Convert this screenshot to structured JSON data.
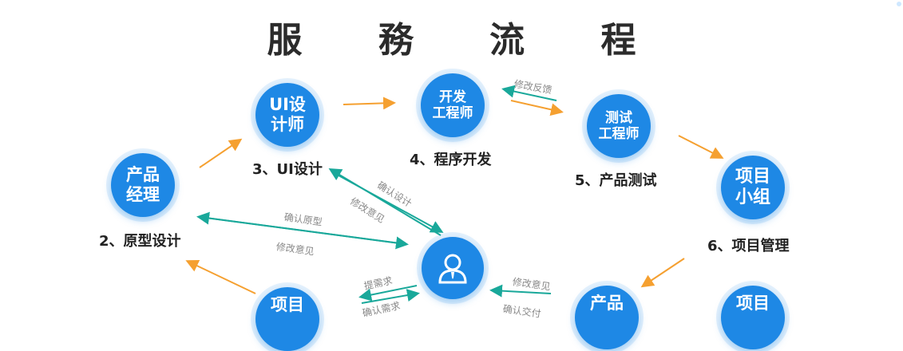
{
  "title": "服 務 流 程",
  "colors": {
    "node": "#1e88e5",
    "flow_arrow": "#f5a030",
    "feedback_arrow": "#19a89a",
    "label": "#888888"
  },
  "nodes": {
    "product_manager": {
      "line1": "产品",
      "line2": "经理",
      "caption": "2、原型设计"
    },
    "ui_designer": {
      "line1": "UI设",
      "line2": "计师",
      "caption": "3、UI设计"
    },
    "dev_engineer": {
      "line1": "开发",
      "line2": "工程师",
      "caption": "4、程序开发"
    },
    "test_engineer": {
      "line1": "测试",
      "line2": "工程师",
      "caption": "5、产品测试"
    },
    "project_team": {
      "line1": "项目",
      "line2": "小组",
      "caption": "6、项目管理"
    },
    "customer": {
      "icon": "user-icon"
    },
    "project_bottom_left": {
      "line1": "项目"
    },
    "product_bottom": {
      "line1": "产品"
    },
    "project_bottom_right": {
      "line1": "项目"
    }
  },
  "edge_labels": {
    "modify_feedback": "修改反馈",
    "confirm_design": "确认设计",
    "modify_opinion_ui": "修改意见",
    "confirm_prototype": "确认原型",
    "modify_opinion_proto": "修改意见",
    "submit_requirement": "提需求",
    "confirm_requirement": "确认需求",
    "modify_opinion_product": "修改意见",
    "confirm_delivery": "确认交付"
  }
}
